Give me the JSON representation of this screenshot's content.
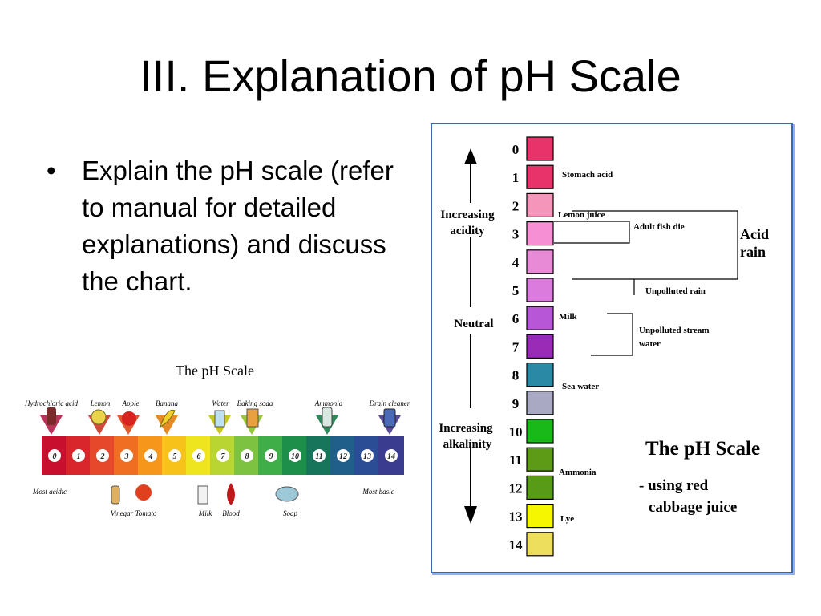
{
  "slide": {
    "title": "III. Explanation of pH Scale",
    "bullets": [
      "Explain the pH scale (refer to manual for detailed explanations) and discuss the chart."
    ]
  },
  "left_chart": {
    "title": "The pH Scale",
    "numbers": [
      "0",
      "1",
      "2",
      "3",
      "4",
      "5",
      "6",
      "7",
      "8",
      "9",
      "10",
      "11",
      "12",
      "13",
      "14"
    ],
    "band_colors": [
      "#c8102e",
      "#d8262c",
      "#e5482a",
      "#ef6e22",
      "#f6961b",
      "#f7c21a",
      "#eee51e",
      "#b9d532",
      "#7ec242",
      "#3fae49",
      "#1e8e4b",
      "#17755c",
      "#1f5f8a",
      "#2b4d96",
      "#3a3d8f"
    ],
    "top_labels": [
      "Hydrochloric acid",
      "Lemon",
      "Apple",
      "Banana",
      "Water",
      "Baking soda",
      "Ammonia",
      "Drain cleaner"
    ],
    "bottom_labels": [
      "Vinegar",
      "Tomato",
      "Milk",
      "Blood",
      "Soap"
    ],
    "left_end": "Most acidic",
    "right_end": "Most basic"
  },
  "right_chart": {
    "title": "The pH Scale",
    "subtitle_line1": "- using red",
    "subtitle_line2": "cabbage juice",
    "numbers": [
      "0",
      "1",
      "2",
      "3",
      "4",
      "5",
      "6",
      "7",
      "8",
      "9",
      "10",
      "11",
      "12",
      "13",
      "14"
    ],
    "colors": [
      "#e8336a",
      "#e8336a",
      "#f595b9",
      "#f68fd4",
      "#e88ad5",
      "#db7bde",
      "#b757d8",
      "#9a2bb7",
      "#2a8aa5",
      "#a9a9c4",
      "#18b918",
      "#5d9a15",
      "#579b16",
      "#f6f600",
      "#eede5e"
    ],
    "axis_top": "Increasing acidity",
    "axis_mid": "Neutral",
    "axis_bottom": "Increasing alkalinity",
    "items": [
      "Stomach acid",
      "Lemon juice",
      "Adult fish die",
      "Unpolluted rain",
      "Milk",
      "Unpolluted stream water",
      "Sea water",
      "Ammonia",
      "Lye"
    ],
    "acid_rain": "Acid rain"
  }
}
